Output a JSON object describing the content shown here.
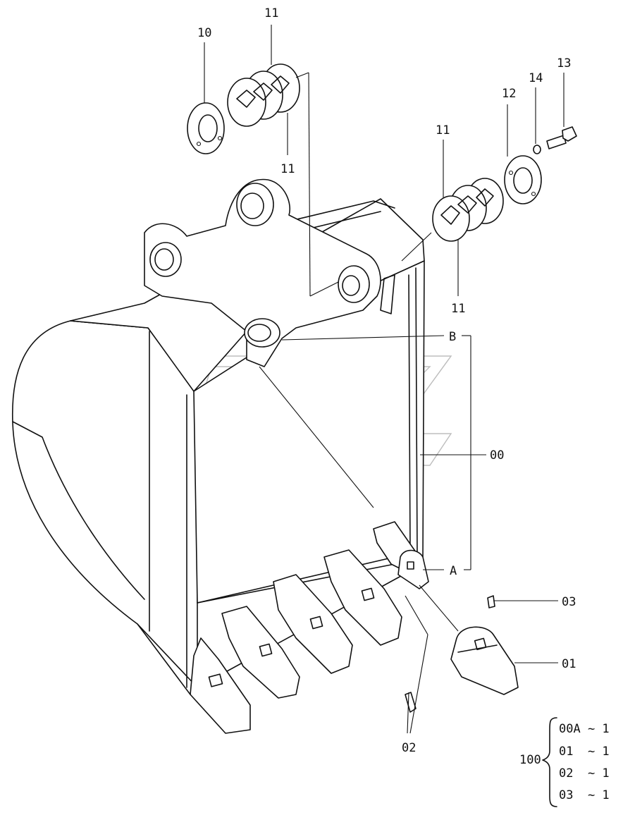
{
  "labels": {
    "p10": "10",
    "p11a": "11",
    "p11b": "11",
    "p11c": "11",
    "p11d": "11",
    "p12": "12",
    "p13": "13",
    "p14": "14",
    "pB": "B",
    "p00": "00",
    "pA": "A",
    "p03": "03",
    "p01": "01",
    "p02": "02"
  },
  "kit": {
    "number": "100",
    "items": [
      "00A ~ 1",
      "01  ~ 1",
      "02  ~ 1",
      "03  ~ 1"
    ]
  }
}
